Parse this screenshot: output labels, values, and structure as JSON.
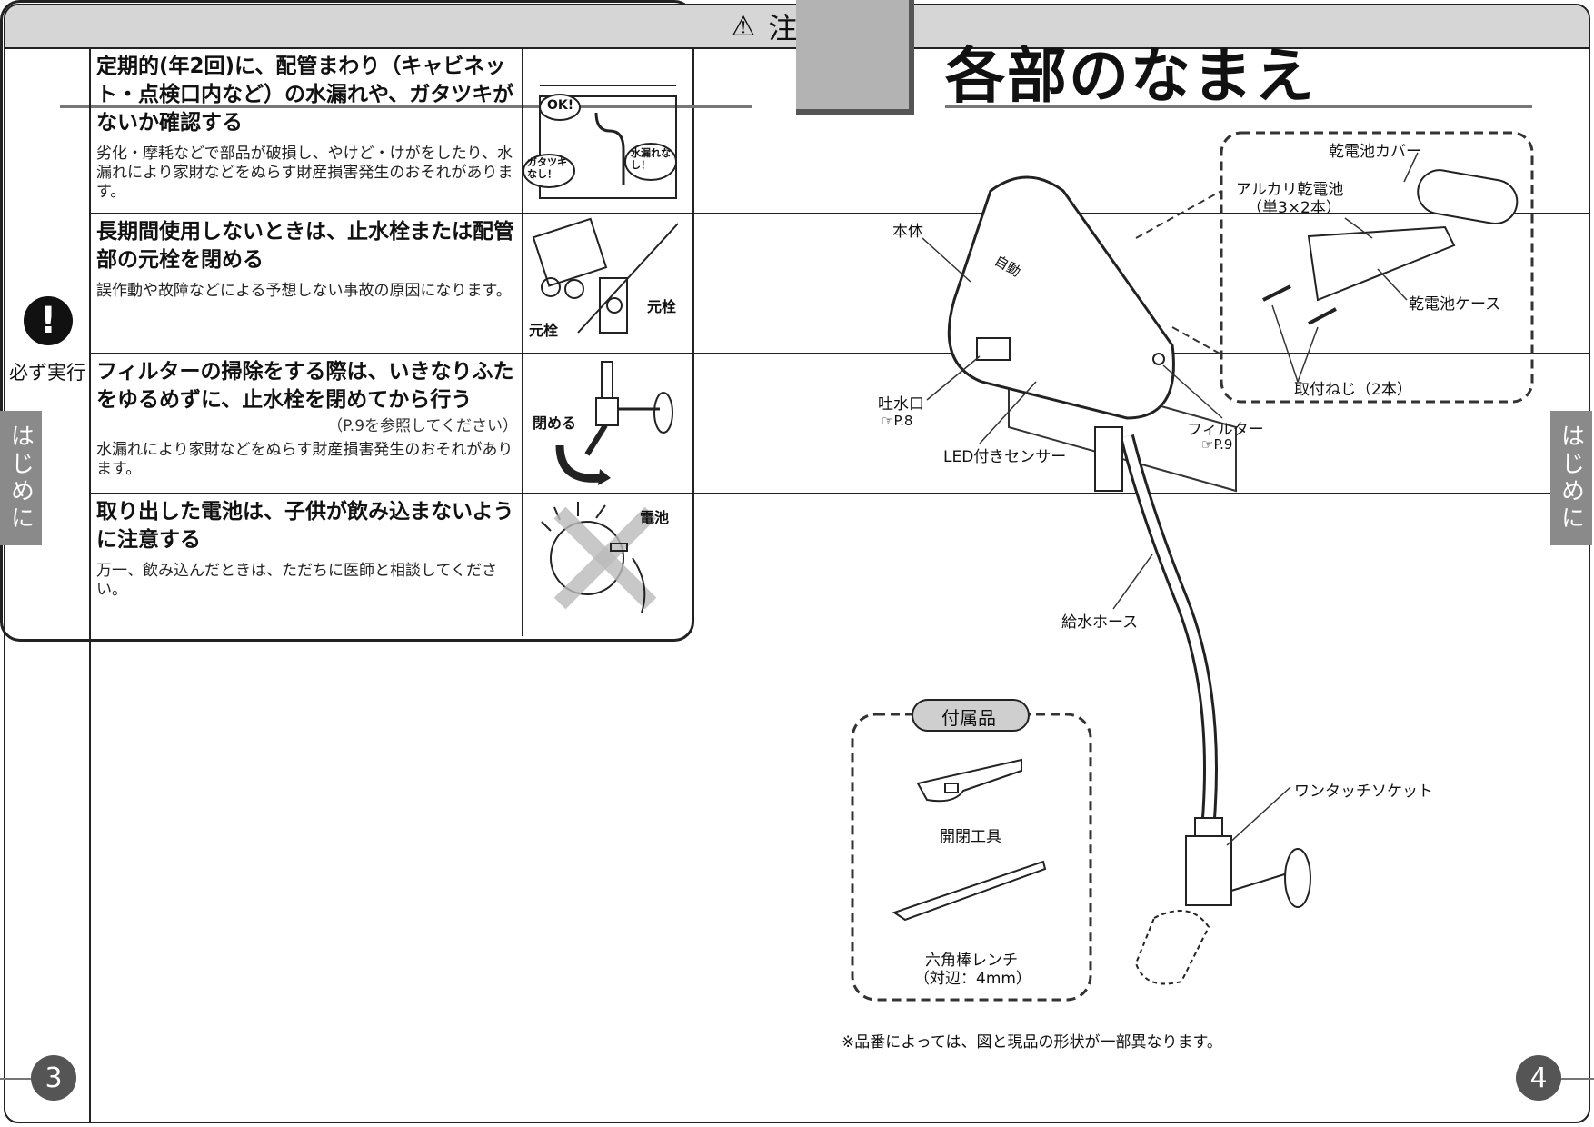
{
  "left_page": {
    "caution_title": "注 意",
    "caution_icon": "warning-triangle-icon",
    "must_label": "必ず実行",
    "must_icon": "exclamation-icon",
    "rows": [
      {
        "heading": "定期的(年2回)に、配管まわり（キャビネット・点検口内など）の水漏れや、ガタツキがないか確認する",
        "ref": "",
        "desc": "劣化・摩耗などで部品が破損し、やけど・けがをしたり、水漏れにより家財などをぬらす財産損害発生のおそれがあります。",
        "pic_labels": [
          "OK!",
          "ガタツキなし！",
          "水漏れなし！"
        ]
      },
      {
        "heading": "長期間使用しないときは、止水栓または配管部の元栓を閉める",
        "ref": "",
        "desc": "誤作動や故障などによる予想しない事故の原因になります。",
        "pic_labels": [
          "元栓",
          "元栓"
        ]
      },
      {
        "heading": "フィルターの掃除をする際は、いきなりふたをゆるめずに、止水栓を閉めてから行う",
        "ref": "（P.9を参照してください）",
        "desc": "水漏れにより家財などをぬらす財産損害発生のおそれがあります。",
        "pic_labels": [
          "閉める"
        ]
      },
      {
        "heading": "取り出した電池は、子供が飲み込まないように注意する",
        "ref": "",
        "desc": "万一、飲み込んだときは、ただちに医師と相談してください。",
        "pic_labels": [
          "電池"
        ]
      }
    ],
    "side_tab": "はじめに",
    "page_number": "3"
  },
  "right_page": {
    "title": "各部のなまえ",
    "labels": {
      "battery_cover": "乾電池カバー",
      "alkaline_battery": "アルカリ乾電池",
      "battery_spec": "（単3×2本）",
      "battery_case": "乾電池ケース",
      "screws": "取付ねじ（2本）",
      "body": "本体",
      "spout": "吐水口",
      "spout_ref": "P.8",
      "led_sensor": "LED付きセンサー",
      "filter": "フィルター",
      "filter_ref": "P.9",
      "supply_hose": "給水ホース",
      "socket": "ワンタッチソケット",
      "body_mark": "自動"
    },
    "accessories": {
      "title": "付属品",
      "tool": "開閉工具",
      "wrench": "六角棒レンチ",
      "wrench_spec": "（対辺：4mm）"
    },
    "note": "※品番によっては、図と現品の形状が一部異なります。",
    "side_tab": "はじめに",
    "page_number": "4"
  }
}
